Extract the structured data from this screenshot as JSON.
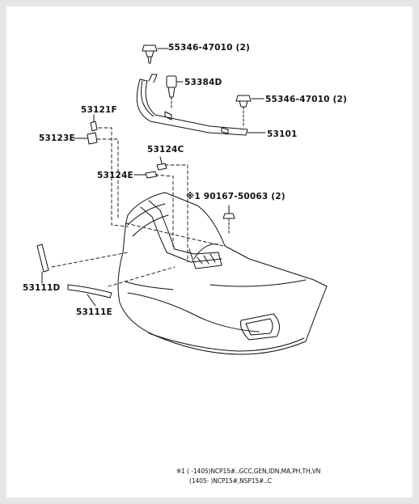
{
  "parts": {
    "retainer_top": "55346-47010 (2)",
    "clip_53384d": "53384D",
    "retainer_right": "55346-47010 (2)",
    "bracket_53121f": "53121F",
    "pad_53123e": "53123E",
    "support_53101": "53101",
    "spacer_53124c": "53124C",
    "spacer_53124e": "53124E",
    "screw_90167": "※1 90167-50063 (2)",
    "seal_53111d": "53111D",
    "seal_53111e": "53111E"
  },
  "footnote": {
    "line1": "※1 (      -1405)NCP15#..GCC,GEN,IDN,MA,PH,TH,VN",
    "line2": "(1405-        )NCP15#,NSP15#..C"
  }
}
